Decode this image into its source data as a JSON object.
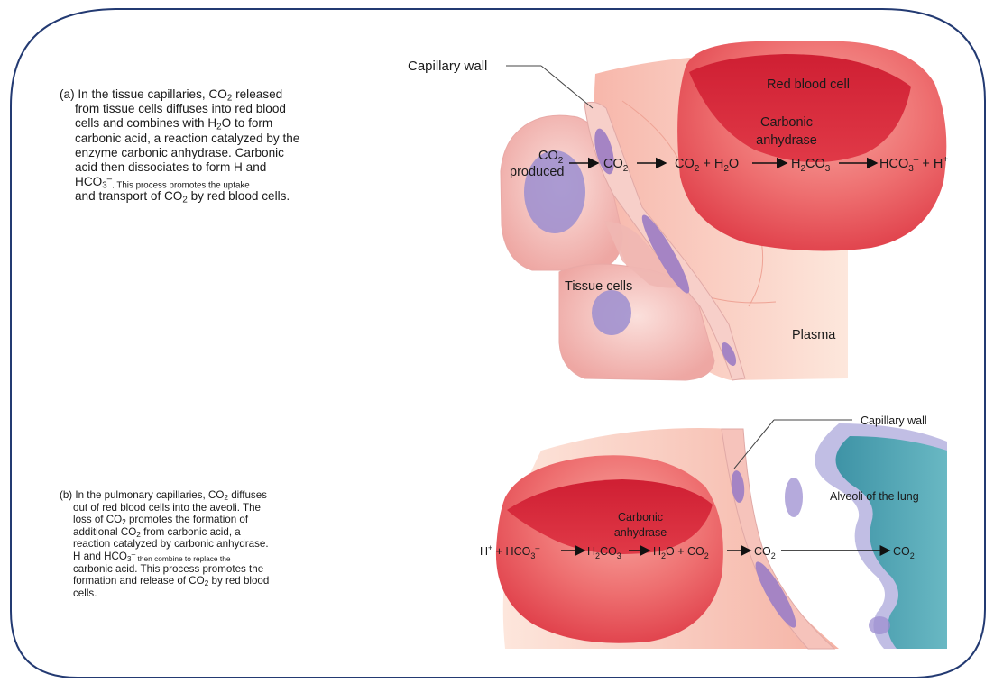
{
  "para_a": {
    "lines": [
      [
        "(a) In the tissue capillaries, CO",
        "2",
        " released"
      ],
      [
        "from tissue cells diffuses into red blood"
      ],
      [
        "cells and combines with H",
        "2",
        "O to form"
      ],
      [
        "carbonic acid, a reaction catalyzed by the"
      ],
      [
        "enzyme carbonic anhydrase. Carbonic"
      ],
      [
        "acid then dissociates to form H    and"
      ],
      [
        "HCO",
        "3",
        "–",
        ".  This process promotes the uptake"
      ],
      [
        "and transport of CO",
        "2",
        " by red blood cells."
      ]
    ]
  },
  "para_b": {
    "lines": [
      [
        "(b) In the pulmonary capillaries, CO",
        "2",
        " diffuses"
      ],
      [
        "out of red blood cells into the aveoli. The"
      ],
      [
        "loss of CO",
        "2",
        " promotes the formation of"
      ],
      [
        "additional CO",
        "2",
        " from carbonic acid, a"
      ],
      [
        "reaction catalyzed by carbonic anhydrase."
      ],
      [
        "H    and HCO",
        "3",
        "–",
        " then combine to replace the"
      ],
      [
        "carbonic acid. This process promotes the"
      ],
      [
        "formation and release of CO",
        "2",
        " by red blood"
      ],
      [
        "cells."
      ]
    ]
  },
  "fig_a": {
    "capillary_wall": "Capillary wall",
    "red_blood_cell": "Red blood cell",
    "carbonic": "Carbonic",
    "anhydrase": "anhydrase",
    "co2_produced_1": "CO",
    "co2_produced_sub": "2",
    "co2_produced_2": "produced",
    "co2": "CO",
    "co2_sub": "2",
    "eq_co2": "CO",
    "eq_plus_h2o": " + H",
    "eq_h2o_o": "O",
    "eq_h2co3_h": "H",
    "eq_h2co3_co": "CO",
    "eq_hco3": "HCO",
    "eq_hco3_sub": "3",
    "eq_hco3_sup": "–",
    "eq_plus_h": " + H",
    "eq_plus_sup": "+",
    "tissue_cells": "Tissue cells",
    "plasma": "Plasma"
  },
  "fig_b": {
    "capillary_wall": "Capillary wall",
    "alveoli": "Alveoli of the lung",
    "carbonic": "Carbonic",
    "anhydrase": "anhydrase",
    "eq_h": "H",
    "eq_h_sup": "+",
    "eq_plus_hco3": " + HCO",
    "eq_hco3_sub": "3",
    "eq_hco3_sup": "–",
    "eq_h2co3_h": "H",
    "eq_h2co3_co": "CO",
    "eq_h2o_h": "H",
    "eq_h2o_o": "O + CO",
    "co2": "CO",
    "co2_out": "CO"
  },
  "colors": {
    "frame": "#233a72",
    "rbc_dark": "#d8263a",
    "rbc_light": "#ef7273",
    "tissue": "#f3b1a9",
    "plasma": "#f8d2c4",
    "nucleus": "#9c8ed0",
    "alveoli": "#3f96a8",
    "alveoli_rim": "#b6b3df"
  }
}
